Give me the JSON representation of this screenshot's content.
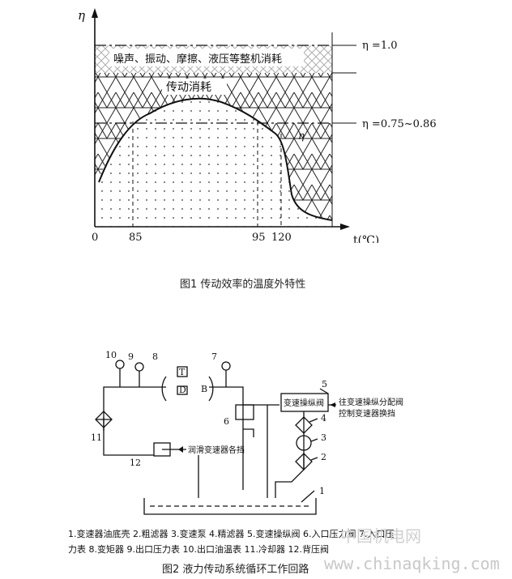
{
  "figure1": {
    "y_axis_label": "η",
    "x_axis_label": "t(℃)",
    "x_ticks": [
      "0",
      "85",
      "95",
      "120"
    ],
    "line_labels": {
      "top": "η =1.0",
      "mid": "η =0.75~0.86",
      "curve": "η"
    },
    "band_text": "噪声、振动、摩擦、液压等整机消耗",
    "region_text": "传动消耗",
    "caption": "图1 传动效率的温度外特性"
  },
  "figure2": {
    "component_numbers": [
      "1",
      "2",
      "3",
      "4",
      "5",
      "6",
      "7",
      "8",
      "9",
      "10",
      "11",
      "12"
    ],
    "valve_label": "变速操纵阀",
    "outlet_text_line1": "往变速操纵分配阀",
    "outlet_text_line2": "控制变速器换挡",
    "lube_text": "润滑变速器各挡",
    "converter_letters": {
      "turbine": "T",
      "pump": "B",
      "guide": "D"
    },
    "legend_line1": "1.变速器油底壳 2.粗滤器 3.变速泵 4.精滤器 5.变速操纵阀 6.入口压力阀 7.入口压",
    "legend_line2": "力表 8.变矩器 9.出口压力表 10.出口油温表 11.冷却器 12.背压阀",
    "caption": "图2 液力传动系统循环工作回路"
  },
  "watermark": {
    "line1": "中国机电网",
    "line2": "www.chinaqking.com"
  }
}
